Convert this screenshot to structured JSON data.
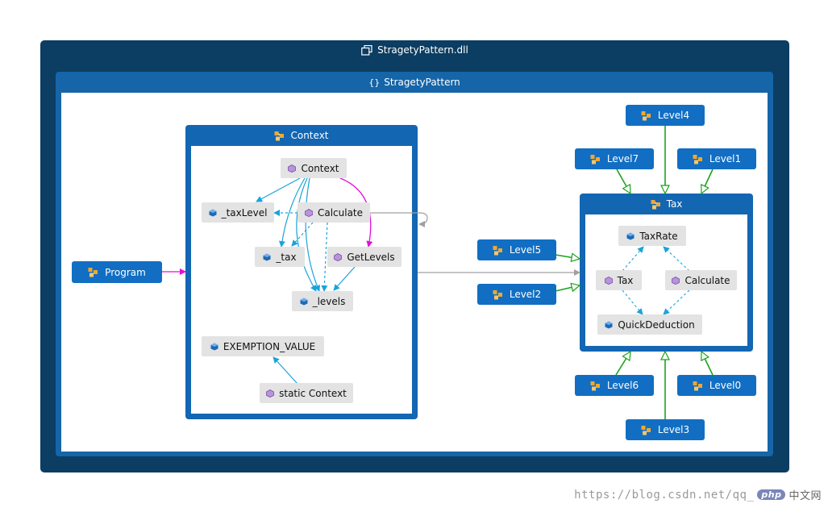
{
  "assembly": {
    "title": "StragetyPattern.dll",
    "icon": "assembly-icon"
  },
  "namespace": {
    "title": "StragetyPattern",
    "icon": "namespace-icon"
  },
  "program": {
    "label": "Program",
    "icon": "class-icon"
  },
  "context": {
    "title": "Context",
    "members": {
      "context_ctor": "Context",
      "tax_level": "_taxLevel",
      "calculate": "Calculate",
      "tax": "_tax",
      "get_levels": "GetLevels",
      "levels": "_levels",
      "exemption": "EXEMPTION_VALUE",
      "static_ctor": "static Context"
    }
  },
  "tax": {
    "title": "Tax",
    "members": {
      "tax_rate": "TaxRate",
      "tax_ctor": "Tax",
      "calculate": "Calculate",
      "quick_deduction": "QuickDeduction"
    }
  },
  "levels": {
    "level4": "Level4",
    "level7": "Level7",
    "level1": "Level1",
    "level5": "Level5",
    "level2": "Level2",
    "level6": "Level6",
    "level0": "Level0",
    "level3": "Level3"
  },
  "colors": {
    "assembly_frame": "#0c3d62",
    "namespace_frame": "#1565a8",
    "class_fill": "#116ec3",
    "member_fill": "#e3e3e3",
    "call_edge": "#1aa3d9",
    "program_edge": "#e010d8",
    "inherit_edge": "#1aa31a",
    "dependency_edge": "#a0a0a0"
  },
  "watermark": {
    "url": "https://blog.csdn.net/qq_",
    "badge": "php",
    "suffix": "中文网"
  }
}
